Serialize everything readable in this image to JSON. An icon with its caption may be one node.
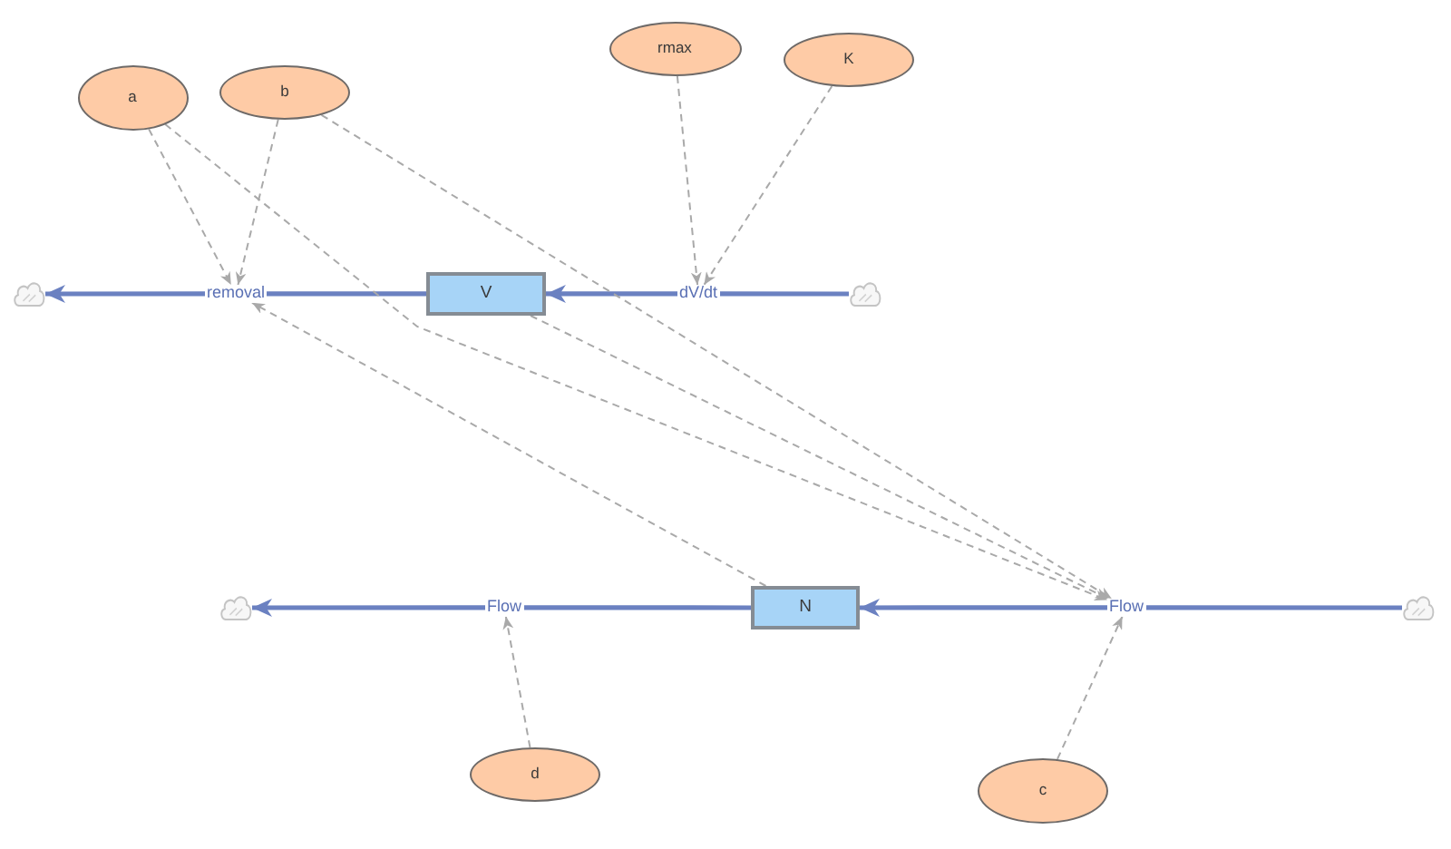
{
  "diagram": {
    "nodes": [
      {
        "text": [
          "a"
        ]
      },
      {
        "text": [
          "b"
        ]
      },
      {
        "text": [
          "rmax"
        ]
      },
      {
        "text": [
          "K"
        ]
      },
      {
        "text": [],
        "shape": "cloud"
      },
      {
        "text": [
          "removal"
        ]
      },
      {
        "text": [
          "V"
        ]
      },
      {
        "text": [
          "dV/dt"
        ]
      },
      {
        "text": [],
        "shape": "cloud"
      },
      {
        "text": [],
        "shape": "cloud"
      },
      {
        "text": [
          "Flow"
        ]
      },
      {
        "text": [
          "N"
        ]
      },
      {
        "text": [
          "Flow"
        ]
      },
      {
        "text": [],
        "shape": "cloud"
      },
      {
        "text": [
          "d"
        ]
      },
      {
        "text": [
          "c"
        ]
      }
    ],
    "edges": [
      {
        "from": 6,
        "to": 5,
        "arrow": "none",
        "style": "thick",
        "color": "#6b81c1"
      },
      {
        "from": 5,
        "to": 4,
        "arrow": "to",
        "style": "thick",
        "color": "#6b81c1"
      },
      {
        "from": 8,
        "to": 7,
        "arrow": "none",
        "style": "thick",
        "color": "#6b81c1"
      },
      {
        "from": 7,
        "to": 6,
        "arrow": "to",
        "style": "thick",
        "color": "#6b81c1"
      },
      {
        "from": 11,
        "to": 10,
        "arrow": "none",
        "style": "thick",
        "color": "#6b81c1"
      },
      {
        "from": 10,
        "to": 9,
        "arrow": "to",
        "style": "thick",
        "color": "#6b81c1"
      },
      {
        "from": 13,
        "to": 12,
        "arrow": "none",
        "style": "thick",
        "color": "#6b81c1"
      },
      {
        "from": 12,
        "to": 11,
        "arrow": "to",
        "style": "thick",
        "color": "#6b81c1"
      },
      {
        "from": 0,
        "to": 5,
        "arrow": "to",
        "style": "dashed"
      },
      {
        "from": 1,
        "to": 5,
        "arrow": "to",
        "style": "dashed"
      },
      {
        "from": 11,
        "to": 5,
        "arrow": "to",
        "style": "dashed"
      },
      {
        "from": 2,
        "to": 7,
        "arrow": "to",
        "style": "dashed"
      },
      {
        "from": 3,
        "to": 7,
        "arrow": "to",
        "style": "dashed"
      },
      {
        "from": 0,
        "to": 12,
        "arrow": "to",
        "style": "dashed"
      },
      {
        "from": 1,
        "to": 12,
        "arrow": "to",
        "style": "dashed"
      },
      {
        "from": 6,
        "to": 12,
        "arrow": "to",
        "style": "dashed"
      },
      {
        "from": 15,
        "to": 12,
        "arrow": "to",
        "style": "dashed"
      },
      {
        "from": 14,
        "to": 10,
        "arrow": "to",
        "style": "dashed"
      }
    ]
  }
}
